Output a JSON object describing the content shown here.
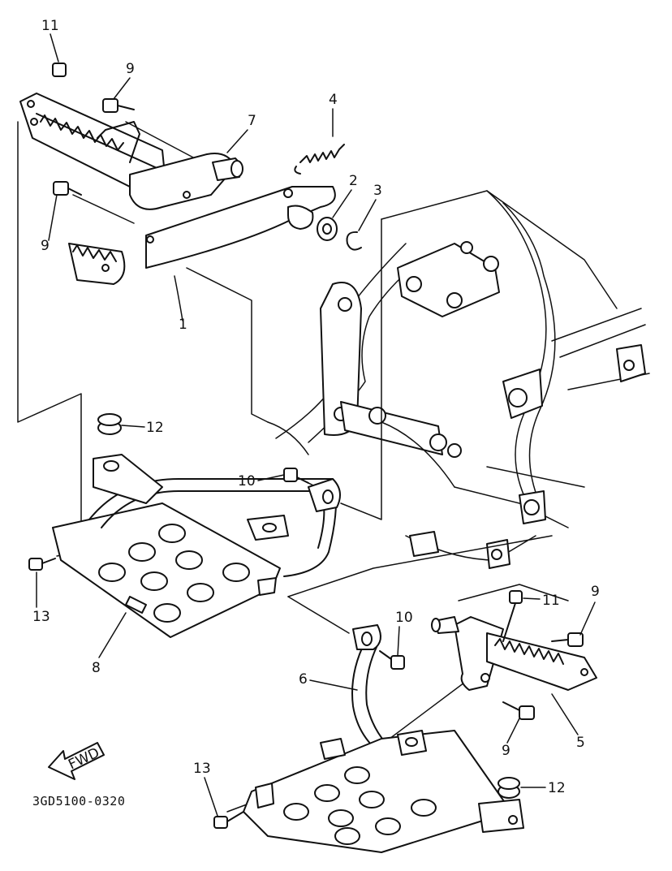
{
  "diagram": {
    "code": "3GD5100-0320",
    "fwd_label": "FWD",
    "callouts": [
      {
        "id": "c11a",
        "text": "11"
      },
      {
        "id": "c9a",
        "text": "9"
      },
      {
        "id": "c7",
        "text": "7"
      },
      {
        "id": "c4",
        "text": "4"
      },
      {
        "id": "c2",
        "text": "2"
      },
      {
        "id": "c3",
        "text": "3"
      },
      {
        "id": "c9b",
        "text": "9"
      },
      {
        "id": "c1",
        "text": "1"
      },
      {
        "id": "c12a",
        "text": "12"
      },
      {
        "id": "c10a",
        "text": "10"
      },
      {
        "id": "c13a",
        "text": "13"
      },
      {
        "id": "c8",
        "text": "8"
      },
      {
        "id": "c11b",
        "text": "11"
      },
      {
        "id": "c9c",
        "text": "9"
      },
      {
        "id": "c10b",
        "text": "10"
      },
      {
        "id": "c6",
        "text": "6"
      },
      {
        "id": "c9d",
        "text": "9"
      },
      {
        "id": "c5",
        "text": "5"
      },
      {
        "id": "c13b",
        "text": "13"
      },
      {
        "id": "c12b",
        "text": "12"
      }
    ]
  },
  "colors": {
    "ink": "#111111",
    "paper": "#ffffff"
  }
}
